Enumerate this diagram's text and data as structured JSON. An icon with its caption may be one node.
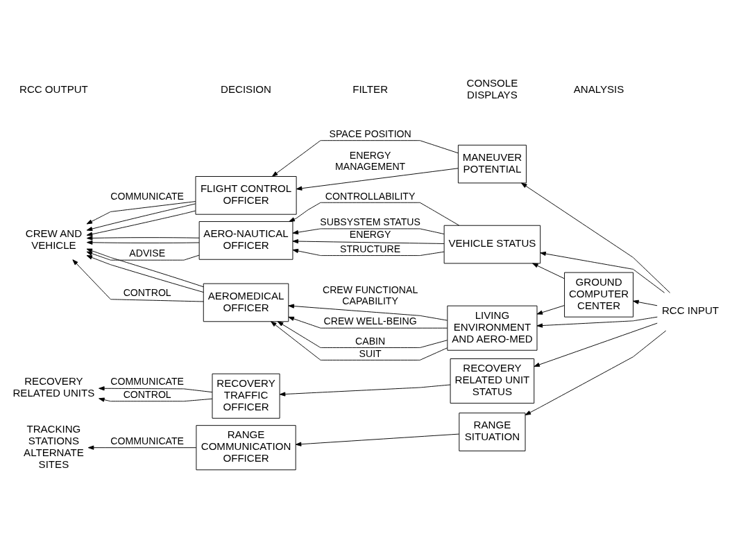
{
  "diagram": {
    "nodes": [
      {
        "text": [
          "GROUND COMPUTER CENTER"
        ]
      },
      {
        "text": [
          "FLIGHT CONTROL OFFICER"
        ]
      },
      {
        "text": [
          "MANEUVER POTENTIAL"
        ]
      },
      {
        "text": [
          "AERO-NAUTICAL OFFICER"
        ]
      },
      {
        "text": [
          "VEHICLE STATUS"
        ]
      },
      {
        "text": [
          "AEROMEDICAL OFFICER"
        ]
      },
      {
        "text": [
          "LIVING ENVIRONMENT AND AERO-MED"
        ]
      },
      {
        "text": [
          "RECOVERY TRAFFIC OFFICER"
        ]
      },
      {
        "text": [
          "RECOVERY RELATED UNIT STATUS"
        ]
      },
      {
        "text": [
          "RANGE COMMUNICATION OFFICER"
        ]
      },
      {
        "text": [
          "RANGE SITUATION"
        ]
      },
      {
        "text": [
          "CREW AND VEHICLE"
        ]
      },
      {
        "text": [
          "RECOVERY RELATED UNITS"
        ]
      },
      {
        "text": [
          "TRACKING STATIONS ALTERNATE SITES"
        ]
      },
      {
        "text": [
          "RCC INPUT"
        ]
      }
    ],
    "edges": [
      {
        "from": 14,
        "to": 0,
        "arrow": "to"
      },
      {
        "from": 14,
        "to": 2,
        "arrow": "to"
      },
      {
        "from": 0,
        "to": 4,
        "arrow": "to"
      },
      {
        "from": 14,
        "to": 4,
        "arrow": "to"
      },
      {
        "from": 0,
        "to": 6,
        "arrow": "to"
      },
      {
        "from": 14,
        "to": 6,
        "arrow": "to"
      },
      {
        "from": 14,
        "to": 8,
        "arrow": "to"
      },
      {
        "from": 14,
        "to": 10,
        "arrow": "to"
      },
      {
        "from": 2,
        "to": 1,
        "label": "SPACE POSITION",
        "arrow": "to"
      },
      {
        "from": 2,
        "to": 1,
        "label": "ENERGY MANAGEMENT",
        "arrow": "to"
      },
      {
        "from": 4,
        "to": 3,
        "label": "ENERGY",
        "arrow": "to"
      },
      {
        "from": 4,
        "to": 3,
        "label": "STRUCTURE",
        "arrow": "to"
      },
      {
        "from": 4,
        "to": 3,
        "label": "CONTROLLABILITY",
        "arrow": "to"
      },
      {
        "from": 4,
        "to": 3,
        "label": "SUBSYSTEM STATUS",
        "arrow": "to"
      },
      {
        "from": 6,
        "to": 5,
        "label": "CABIN",
        "arrow": "to"
      },
      {
        "from": 6,
        "to": 5,
        "label": "SUIT",
        "arrow": "to"
      },
      {
        "from": 6,
        "to": 5,
        "label": "CREW FUNCTIONAL CAPABILITY",
        "arrow": "to"
      },
      {
        "from": 6,
        "to": 5,
        "label": "CREW WELL-BEING",
        "arrow": "to"
      },
      {
        "from": 8,
        "to": 7,
        "arrow": "to"
      },
      {
        "from": 10,
        "to": 9,
        "arrow": "to"
      },
      {
        "from": 1,
        "to": 11,
        "label": "COMMUNICATE",
        "arrow": "to"
      },
      {
        "from": 3,
        "to": 11,
        "label": "ADVISE",
        "arrow": "to"
      },
      {
        "from": 5,
        "to": 11,
        "label": "CONTROL",
        "arrow": "to"
      },
      {
        "from": 3,
        "to": 11,
        "arrow": "to"
      },
      {
        "from": 5,
        "to": 11,
        "arrow": "to"
      },
      {
        "from": 1,
        "to": 11,
        "arrow": "to"
      },
      {
        "from": 5,
        "to": 11,
        "arrow": "to"
      },
      {
        "from": 1,
        "to": 11,
        "arrow": "to"
      },
      {
        "from": 3,
        "to": 11,
        "arrow": "to"
      },
      {
        "from": 7,
        "to": 12,
        "label": "COMMUNICATE",
        "arrow": "to"
      },
      {
        "from": 7,
        "to": 12,
        "label": "CONTROL",
        "arrow": "to"
      },
      {
        "from": 9,
        "to": 13,
        "label": "COMMUNICATE",
        "arrow": "to"
      }
    ],
    "labels": [
      "RCC OUTPUT",
      "DECISION",
      "FILTER",
      "CONSOLE DISPLAYS",
      "ANALYSIS"
    ]
  }
}
